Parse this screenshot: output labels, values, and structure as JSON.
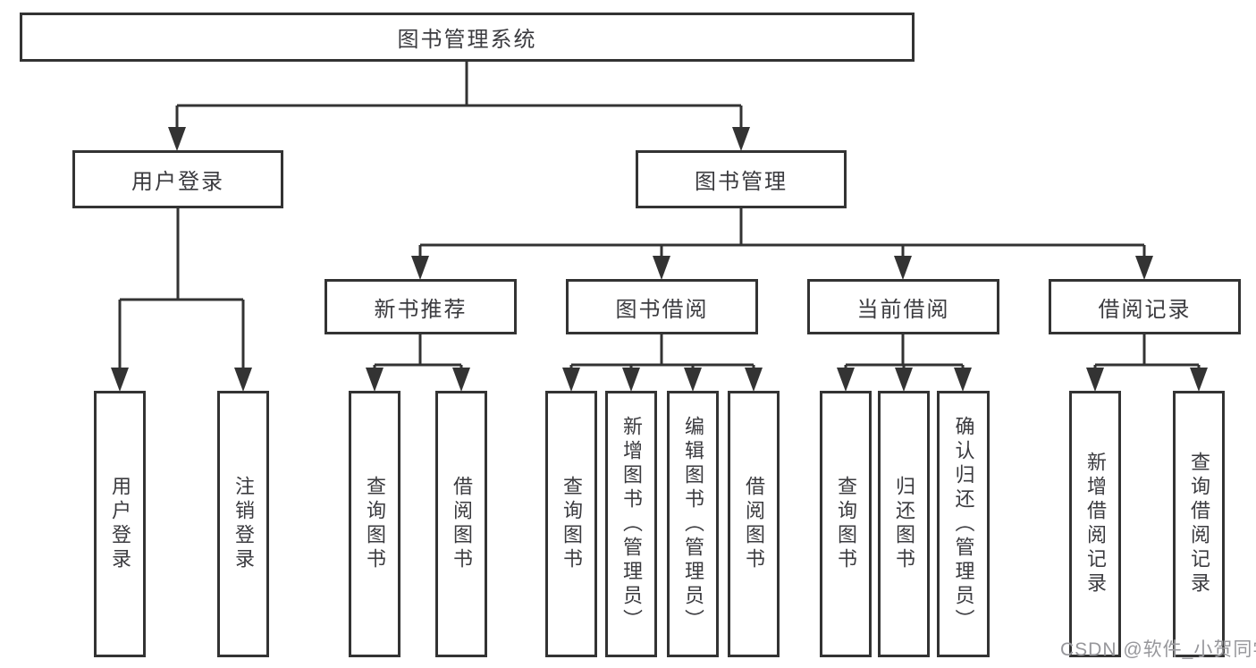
{
  "tree": {
    "root": "图书管理系统",
    "user_login": "用户登录",
    "book_mgmt": "图书管理",
    "new_books": "新书推荐",
    "book_borrow": "图书借阅",
    "current_borrow": "当前借阅",
    "borrow_records": "借阅记录",
    "user_login_children": [
      "用户登录",
      "注销登录"
    ],
    "new_books_children": [
      "查询图书",
      "借阅图书"
    ],
    "book_borrow_children": [
      "查询图书",
      "新增图书（管理员）",
      "编辑图书（管理员）",
      "借阅图书"
    ],
    "current_borrow_children": [
      "查询图书",
      "归还图书",
      "确认归还（管理员）"
    ],
    "borrow_records_children": [
      "新增借阅记录",
      "查询借阅记录"
    ]
  },
  "watermark": "CSDN @软件_小贺同学",
  "colors": {
    "line": "#333333",
    "text": "#3b3b3f",
    "watermark": "#97979b",
    "background": "#ffffff"
  }
}
